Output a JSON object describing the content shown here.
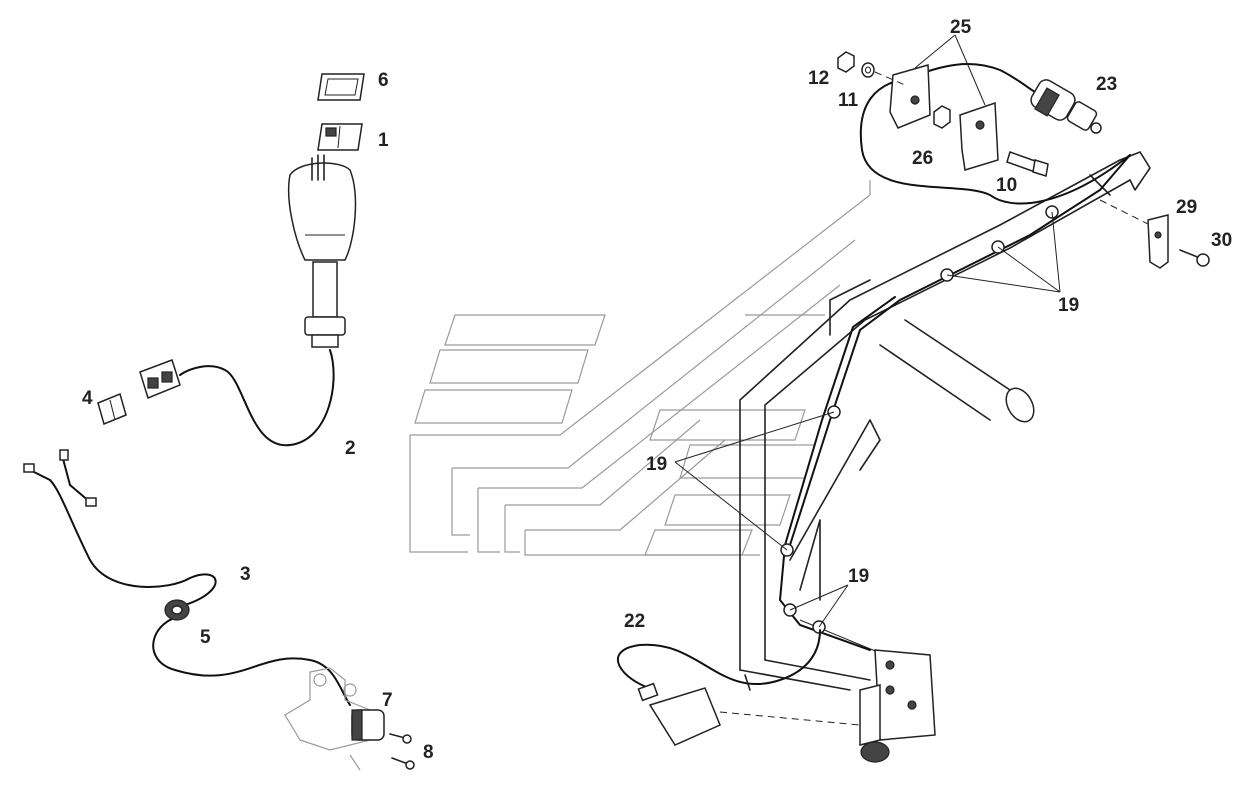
{
  "labels": [
    {
      "id": "p6",
      "text": "6"
    },
    {
      "id": "p1",
      "text": "1"
    },
    {
      "id": "p4",
      "text": "4"
    },
    {
      "id": "p2",
      "text": "2"
    },
    {
      "id": "p3",
      "text": "3"
    },
    {
      "id": "p5",
      "text": "5"
    },
    {
      "id": "p7",
      "text": "7"
    },
    {
      "id": "p8",
      "text": "8"
    },
    {
      "id": "p12",
      "text": "12"
    },
    {
      "id": "p11",
      "text": "11"
    },
    {
      "id": "p25",
      "text": "25"
    },
    {
      "id": "p23",
      "text": "23"
    },
    {
      "id": "p26",
      "text": "26"
    },
    {
      "id": "p10",
      "text": "10"
    },
    {
      "id": "p29",
      "text": "29"
    },
    {
      "id": "p30",
      "text": "30"
    },
    {
      "id": "p19a",
      "text": "19"
    },
    {
      "id": "p19b",
      "text": "19"
    },
    {
      "id": "p19c",
      "text": "19"
    },
    {
      "id": "p22",
      "text": "22"
    }
  ]
}
